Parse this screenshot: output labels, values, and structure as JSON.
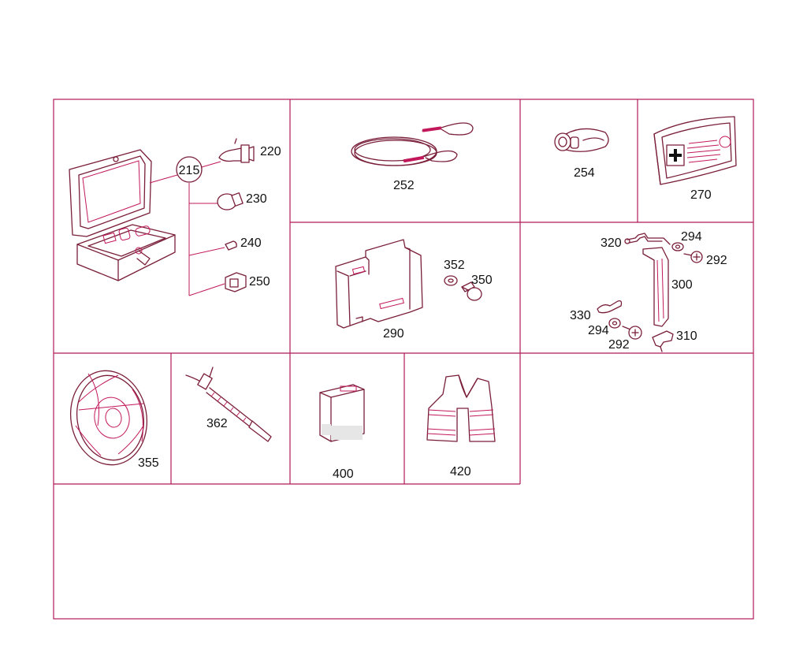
{
  "colors": {
    "frame": "#b0195a",
    "drawing": "#7a1f3a",
    "accent": "#c2185b",
    "text": "#111111"
  },
  "labels": {
    "p215": "215",
    "p220": "220",
    "p230": "230",
    "p240": "240",
    "p250": "250",
    "p252": "252",
    "p254": "254",
    "p270": "270",
    "p290": "290",
    "p352": "352",
    "p350": "350",
    "p320": "320",
    "p294a": "294",
    "p292a": "292",
    "p300": "300",
    "p330": "330",
    "p294b": "294",
    "p292b": "292",
    "p310": "310",
    "p355": "355",
    "p362": "362",
    "p400": "400",
    "p420": "420"
  }
}
